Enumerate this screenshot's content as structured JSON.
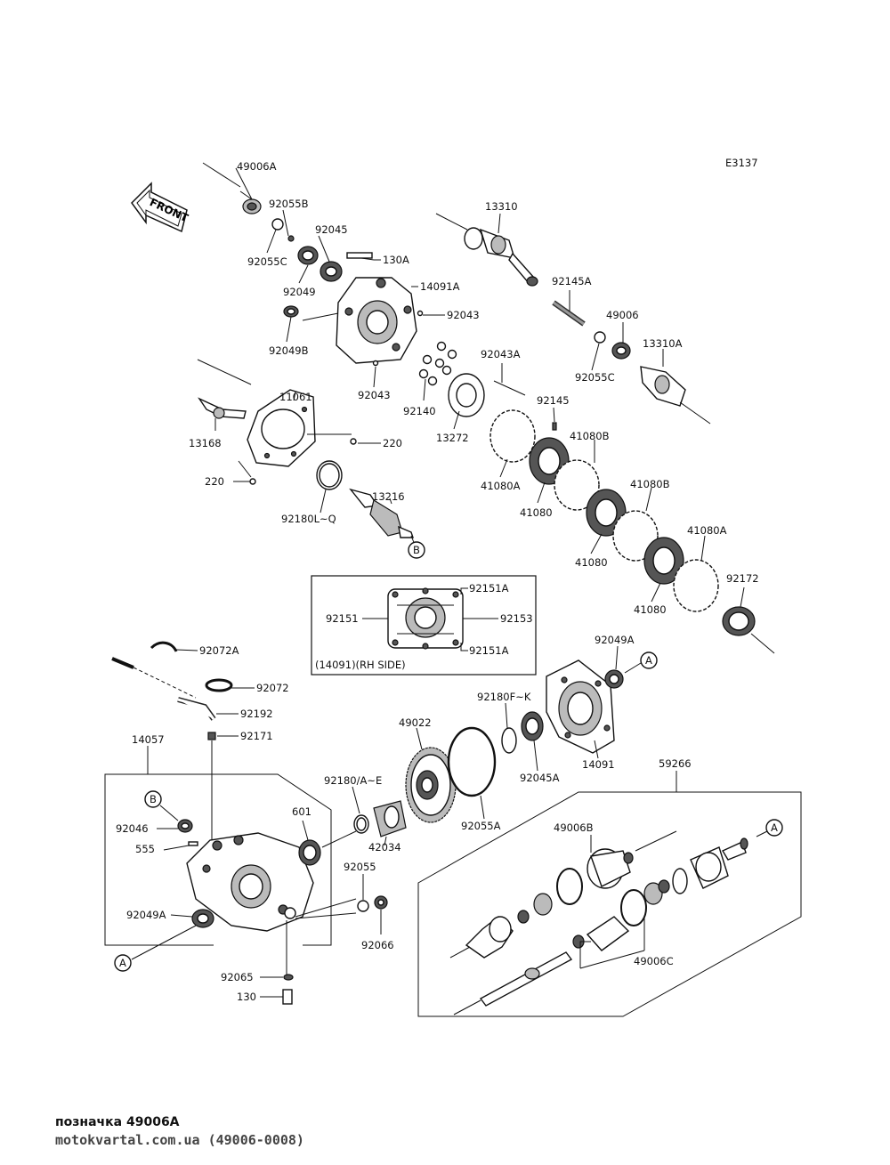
{
  "diagram_code": "E3137",
  "front_label": "FRONT",
  "parts": [
    "49006A",
    "92055B",
    "92055C",
    "92045",
    "130A",
    "92049",
    "14091A",
    "92043",
    "92049B",
    "92043",
    "13310",
    "92145A",
    "49006",
    "13310A",
    "92055C",
    "92043A",
    "92145",
    "92140",
    "13272",
    "11061",
    "13168",
    "220",
    "220",
    "13216",
    "92180L~Q",
    "41080B",
    "41080A",
    "41080",
    "41080B",
    "41080",
    "41080A",
    "41080",
    "92172"
  ],
  "inset": {
    "labels": [
      "92151A",
      "92151",
      "92153",
      "92151A"
    ],
    "caption": "(14091)(RH SIDE)"
  },
  "lower_parts": [
    "92072A",
    "92072",
    "92192",
    "92171",
    "14057",
    "92046",
    "555",
    "92049A",
    "92065",
    "130",
    "92180/A~E",
    "601",
    "42034",
    "92055",
    "92066",
    "49022",
    "92055A",
    "92180F~K",
    "92045A",
    "14091",
    "92049A",
    "59266",
    "49006B",
    "49006C"
  ],
  "callouts": {
    "a": "A",
    "b": "B"
  },
  "caption_line1": "позначка 49006А",
  "caption_line2": "motokvartal.com.ua (49006-0008)"
}
